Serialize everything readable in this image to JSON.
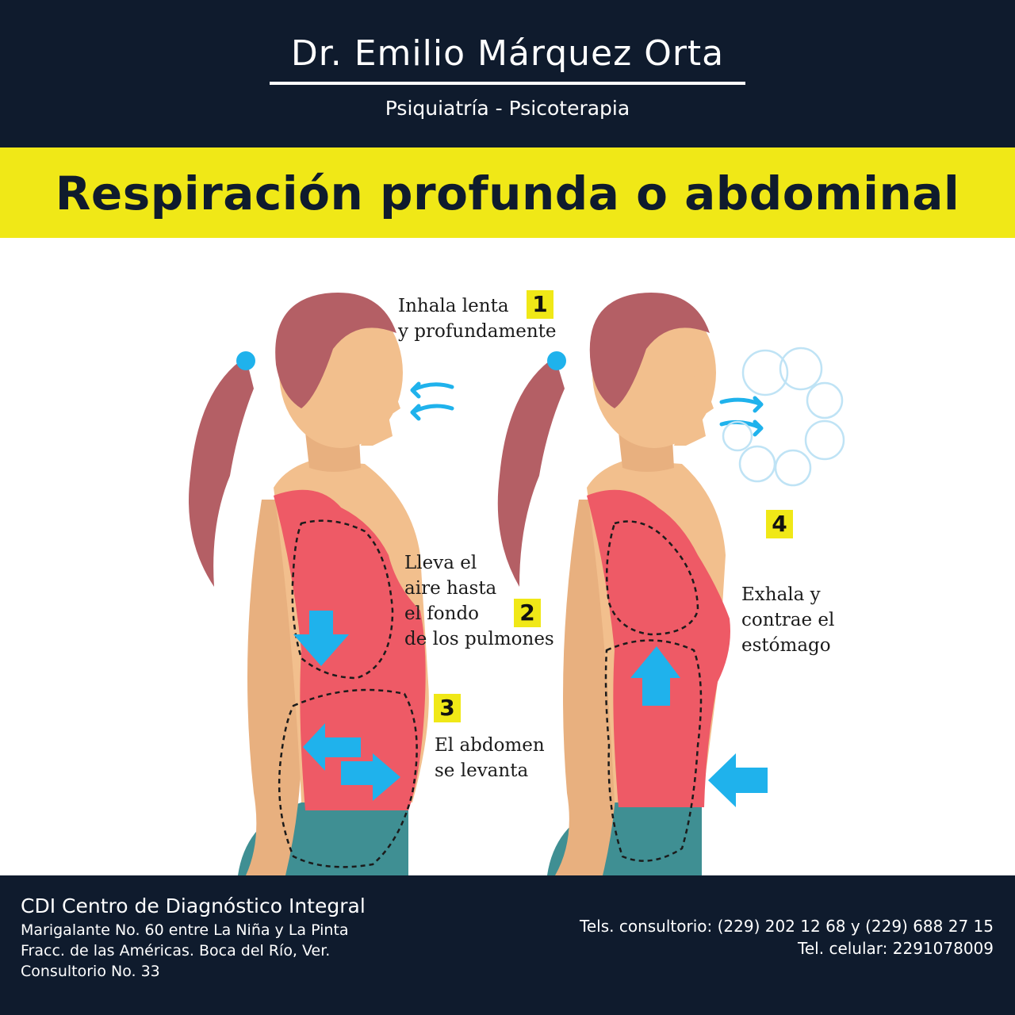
{
  "header": {
    "doctor_name": "Dr. Emilio Márquez Orta",
    "specialty": "Psiquiatría - Psicoterapia"
  },
  "banner": {
    "title": "Respiración profunda o abdominal"
  },
  "steps": [
    {
      "number": "1",
      "text": "Inhala lenta\ny profundamente"
    },
    {
      "number": "2",
      "text": "Lleva el\naire hasta\nel fondo\nde los pulmones"
    },
    {
      "number": "3",
      "text": "El abdomen\nse levanta"
    },
    {
      "number": "4",
      "text": "Exhala y\ncontrae el\nestómago"
    }
  ],
  "footer": {
    "clinic_name": "CDI Centro de Diagnóstico Integral",
    "address_line1": "Marigalante No. 60 entre La Niña y La Pinta",
    "address_line2": "Fracc. de las Américas. Boca del Río, Ver.",
    "address_line3": "Consultorio No. 33",
    "phone_office": "Tels. consultorio: (229) 202 12 68 y (229) 688 27 15",
    "phone_mobile": "Tel. celular: 2291078009"
  },
  "colors": {
    "navy": "#0f1b2d",
    "yellow": "#f0e817",
    "arrow_blue": "#1fb2ec",
    "shirt": "#ee5a66",
    "skin": "#f2bf8d",
    "hair": "#b45f65",
    "pants": "#3f8f93"
  }
}
